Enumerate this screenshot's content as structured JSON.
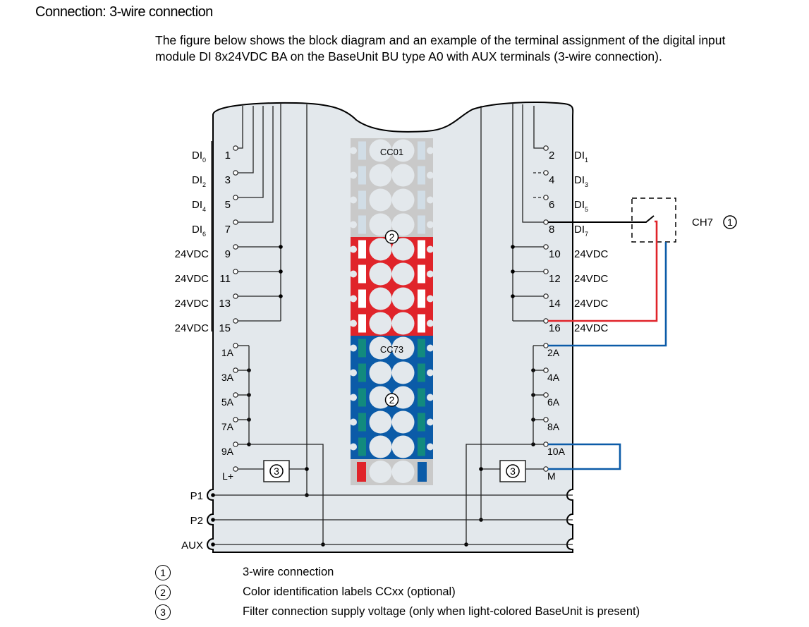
{
  "heading": "Connection: 3-wire connection",
  "intro": "The figure below shows the block diagram and an example of the terminal assignment of the digital input module DI 8x24VDC BA on the BaseUnit BU type A0 with AUX terminals (3-wire connection).",
  "diagram": {
    "left_signals": [
      {
        "main": "DI",
        "sub": "0",
        "terminal": "1"
      },
      {
        "main": "DI",
        "sub": "2",
        "terminal": "3"
      },
      {
        "main": "DI",
        "sub": "4",
        "terminal": "5"
      },
      {
        "main": "DI",
        "sub": "6",
        "terminal": "7"
      },
      {
        "main": "24VDC",
        "sub": "",
        "terminal": "9"
      },
      {
        "main": "24VDC",
        "sub": "",
        "terminal": "11"
      },
      {
        "main": "24VDC",
        "sub": "",
        "terminal": "13"
      },
      {
        "main": "24VDC",
        "sub": "",
        "terminal": "15"
      }
    ],
    "right_signals": [
      {
        "main": "DI",
        "sub": "1",
        "terminal": "2"
      },
      {
        "main": "DI",
        "sub": "3",
        "terminal": "4"
      },
      {
        "main": "DI",
        "sub": "5",
        "terminal": "6"
      },
      {
        "main": "DI",
        "sub": "7",
        "terminal": "8"
      },
      {
        "main": "24VDC",
        "sub": "",
        "terminal": "10"
      },
      {
        "main": "24VDC",
        "sub": "",
        "terminal": "12"
      },
      {
        "main": "24VDC",
        "sub": "",
        "terminal": "14"
      },
      {
        "main": "24VDC",
        "sub": "",
        "terminal": "16"
      }
    ],
    "left_aux_terminals": [
      "1A",
      "3A",
      "5A",
      "7A",
      "9A",
      "L+"
    ],
    "right_aux_terminals": [
      "2A",
      "4A",
      "6A",
      "8A",
      "10A",
      "M"
    ],
    "bus_labels": [
      "P1",
      "P2",
      "AUX"
    ],
    "color_labels": [
      {
        "name": "CC01",
        "color": "#c9c9c9",
        "rows": 4
      },
      {
        "name": "",
        "color": "#e0242a",
        "rows": 4
      },
      {
        "name": "CC73",
        "color": "#0b5ba8",
        "rows": 5
      }
    ],
    "filter_callout": "3",
    "label_callout": "2",
    "sensor_label": "CH7",
    "sensor_callout": "1",
    "colors": {
      "module_fill": "#e3e8ec",
      "red_wire": "#e0242a",
      "blue_wire": "#0b5ba8",
      "teal_slot": "#128a7e",
      "gray_slot": "#c9c9c9"
    }
  },
  "legend": [
    {
      "num": "1",
      "text": "3-wire connection"
    },
    {
      "num": "2",
      "text": "Color identification labels CCxx (optional)"
    },
    {
      "num": "3",
      "text": "Filter connection supply voltage (only when light-colored BaseUnit is present)"
    }
  ]
}
